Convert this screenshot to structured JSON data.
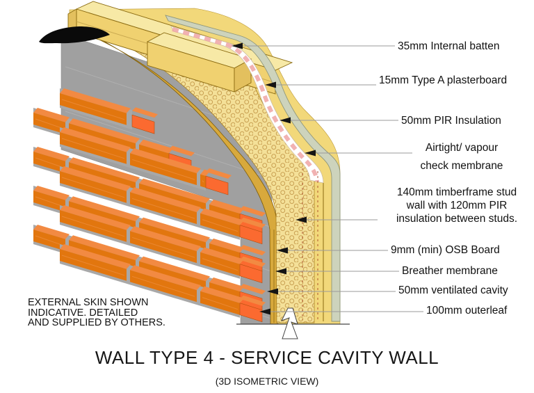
{
  "title": {
    "text": "WALL TYPE 4 - SERVICE CAVITY WALL",
    "subtitle": "(3D ISOMETRIC VIEW)"
  },
  "note": {
    "line1": "EXTERNAL SKIN SHOWN",
    "line2": "INDICATIVE. DETAILED",
    "line3": "AND SUPPLIED BY OTHERS."
  },
  "callouts": [
    {
      "id": "internal-batten",
      "lines": [
        "35mm Internal batten"
      ]
    },
    {
      "id": "plasterboard",
      "lines": [
        "15mm Type A plasterboard"
      ]
    },
    {
      "id": "pir-insulation",
      "lines": [
        "50mm PIR Insulation"
      ]
    },
    {
      "id": "airtight-membrane",
      "lines": [
        "Airtight/ vapour",
        "check membrane"
      ]
    },
    {
      "id": "timberframe",
      "lines": [
        "140mm timberframe stud",
        "wall with 120mm PIR",
        "insulation between studs."
      ]
    },
    {
      "id": "osb-board",
      "lines": [
        "9mm (min) OSB Board"
      ]
    },
    {
      "id": "breather-membrane",
      "lines": [
        "Breather membrane"
      ]
    },
    {
      "id": "ventilated-cavity",
      "lines": [
        "50mm ventilated cavity"
      ]
    },
    {
      "id": "outerleaf",
      "lines": [
        "100mm outerleaf"
      ]
    }
  ],
  "colors": {
    "brickFace": "#E2760E",
    "brickStreak": "#F0954E",
    "brickTop": "#F28A42",
    "brickEnd": "#FB6A30",
    "mortar": "#A8A8A8",
    "grayWall": "#A0A0A0",
    "grayStreak": "#BDBDBD",
    "beamFront": "#F0D170",
    "beamTop": "#F7E9A6",
    "beamEnd": "#E3C05E",
    "woodOutline": "#8a6a10",
    "hullYellow": "#F2D87A",
    "goldEdge": "#D8A93C",
    "speckleBg": "#F4E098",
    "speckleRing": "#C9A052",
    "membraneWhite": "#FFFFFF",
    "pinkDash": "#EFA5A5",
    "plasterGreen": "#CDD3BC",
    "greenEdge": "#8F977B",
    "flapBlack": "#0A0A0A",
    "leaderLine": "#9A9A9A",
    "arrowHead": "#141414",
    "labelText": "#111111"
  }
}
